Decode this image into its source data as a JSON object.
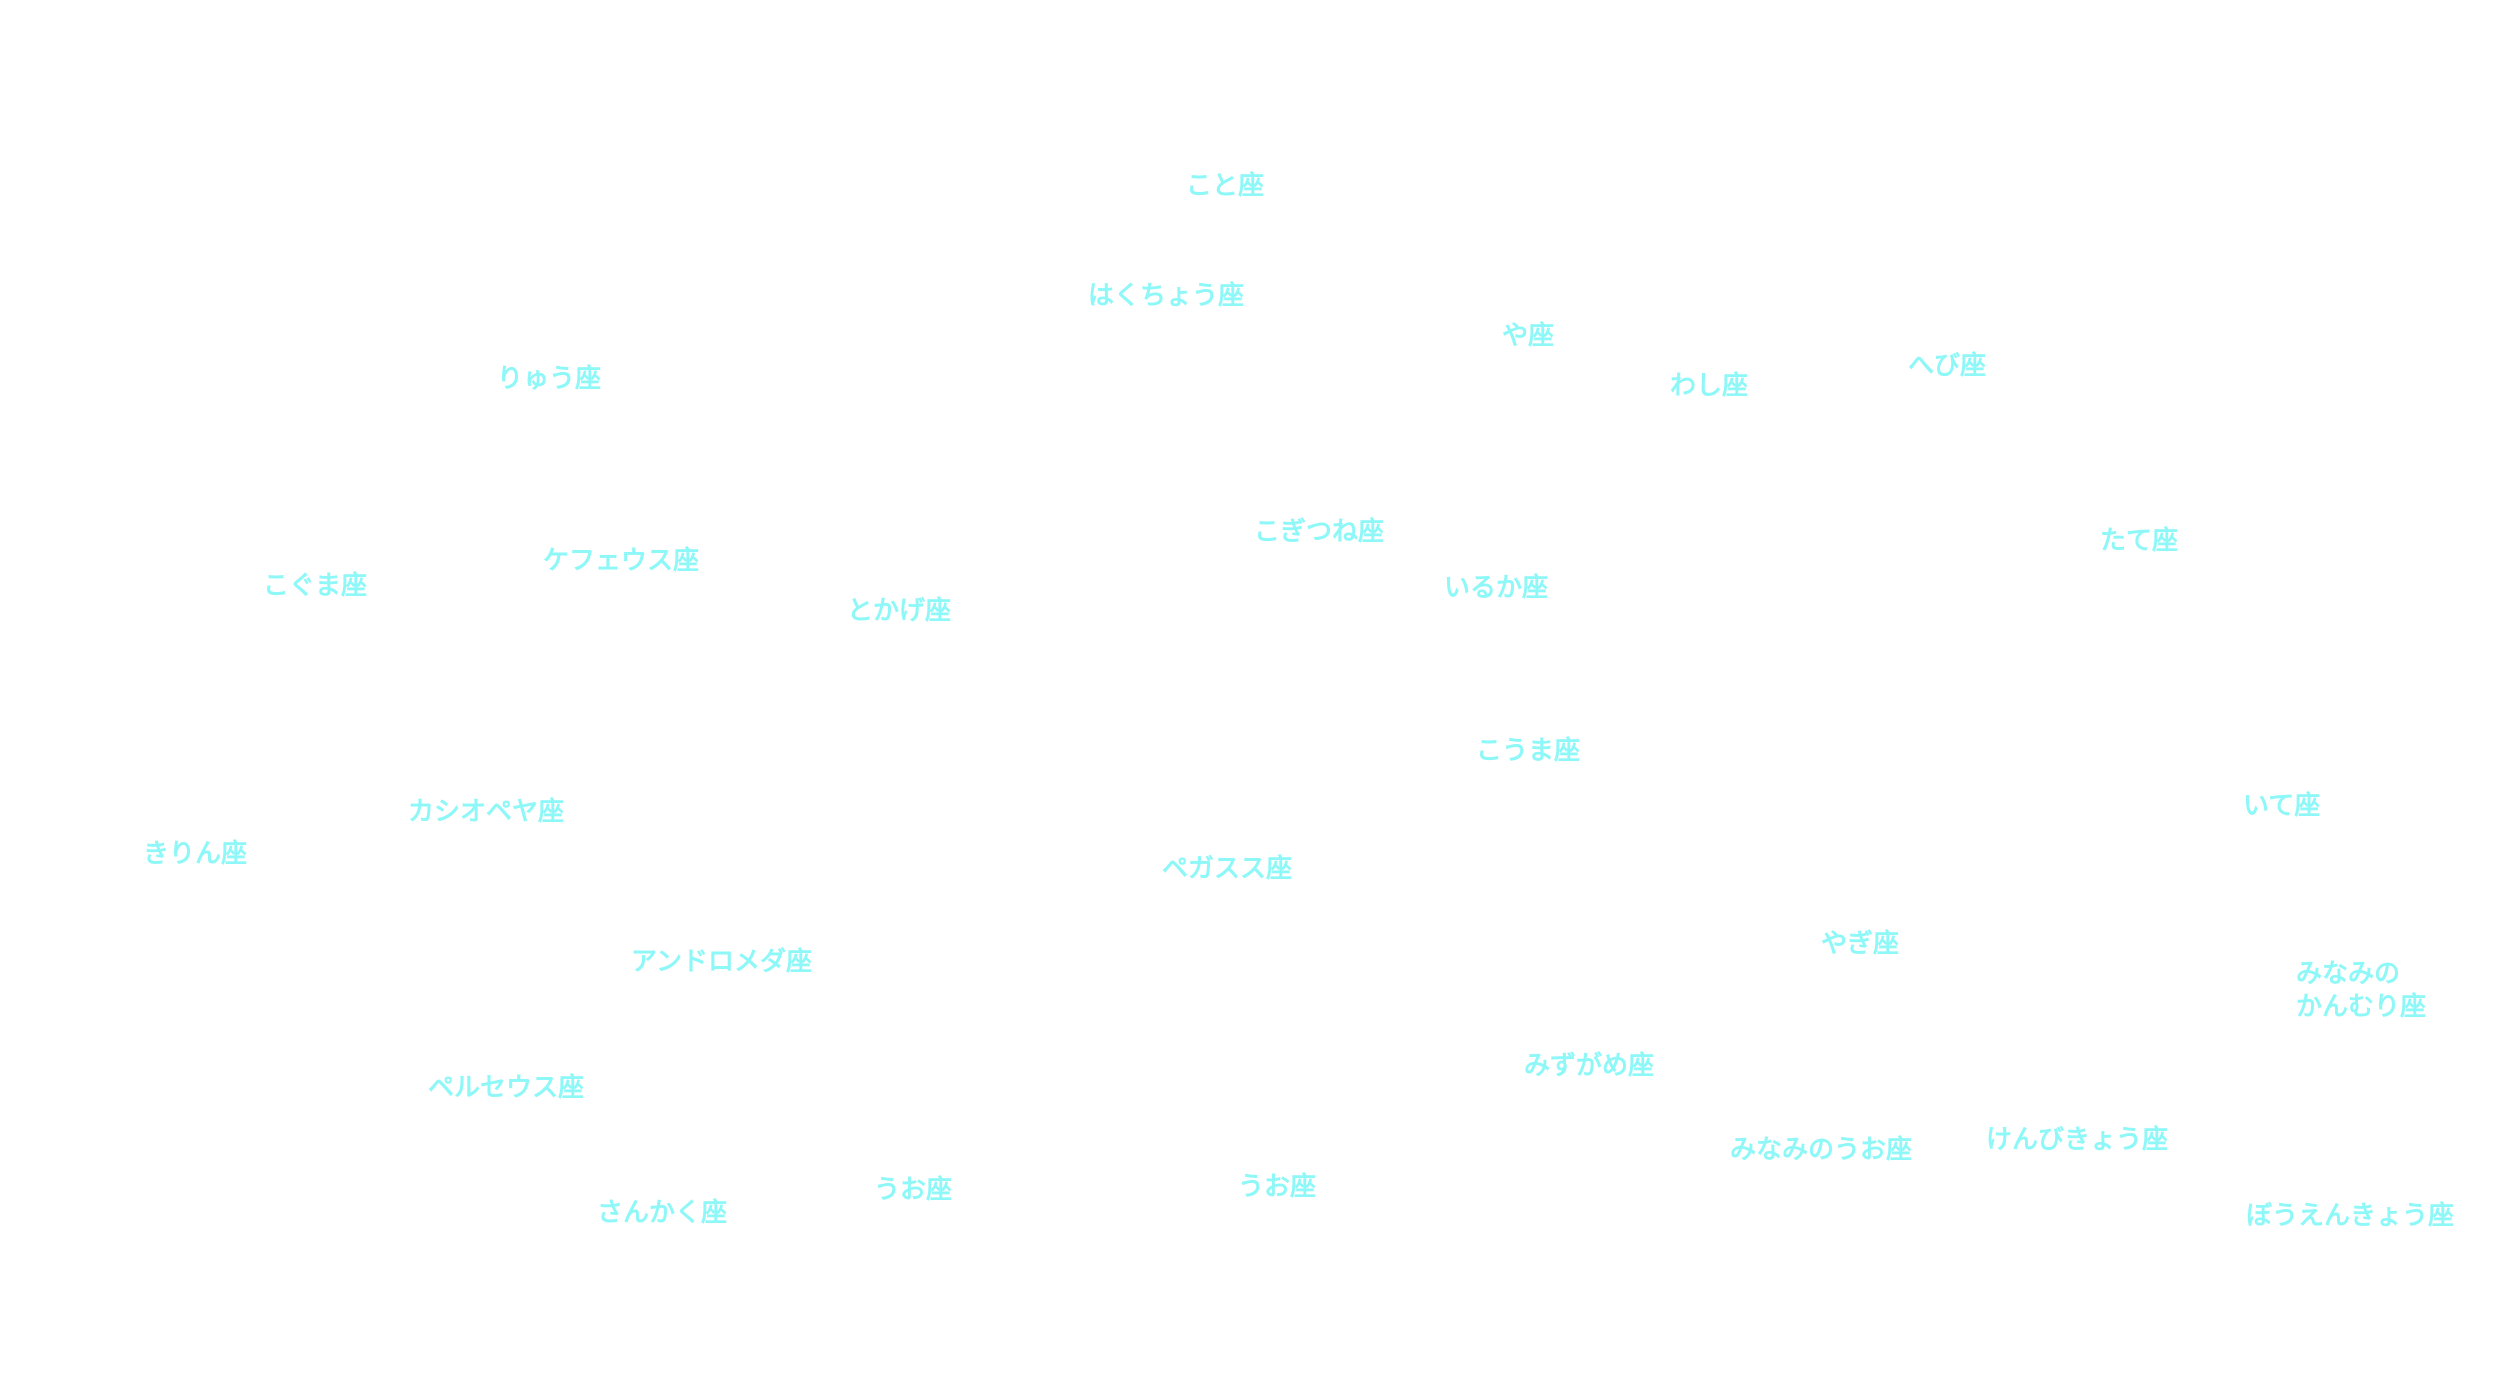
{
  "colors": {
    "background": "#ffffff",
    "label": "#8ef7f7"
  },
  "constellations": [
    {
      "name": "こと座"
    },
    {
      "name": "はくちょう座"
    },
    {
      "name": "や座"
    },
    {
      "name": "わし座"
    },
    {
      "name": "へび座"
    },
    {
      "name": "りゅう座"
    },
    {
      "name": "こぎつね座"
    },
    {
      "name": "たて座"
    },
    {
      "name": "ケフェウス座"
    },
    {
      "name": "こぐま座"
    },
    {
      "name": "いるか座"
    },
    {
      "name": "とかげ座"
    },
    {
      "name": "こうま座"
    },
    {
      "name": "いて座"
    },
    {
      "name": "カシオペヤ座"
    },
    {
      "name": "きりん座"
    },
    {
      "name": "ペガスス座"
    },
    {
      "name": "やぎ座"
    },
    {
      "name": "アンドロメダ座"
    },
    {
      "name": "みなみの",
      "name_line2": "かんむり座"
    },
    {
      "name": "みずがめ座"
    },
    {
      "name": "ペルセウス座"
    },
    {
      "name": "みなみのうお座"
    },
    {
      "name": "けんびきょう座"
    },
    {
      "name": "うお座"
    },
    {
      "name": "うお座"
    },
    {
      "name": "さんかく座"
    },
    {
      "name": "ぼうえんきょう座"
    }
  ]
}
